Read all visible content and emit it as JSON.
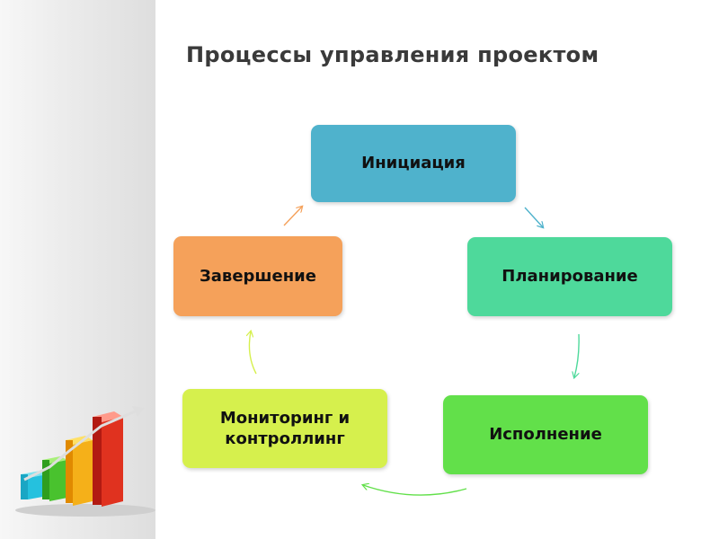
{
  "slide": {
    "title": "Процессы управления проектом"
  },
  "cycle": {
    "nodes": [
      {
        "id": "initiation",
        "label": "Инициация",
        "color": "#4fb2cc"
      },
      {
        "id": "planning",
        "label": "Планирование",
        "color": "#4ed99b"
      },
      {
        "id": "execution",
        "label": "Исполнение",
        "color": "#62e04a"
      },
      {
        "id": "monitoring",
        "label": "Мониторинг и контроллинг",
        "color": "#d6f04d"
      },
      {
        "id": "closing",
        "label": "Завершение",
        "color": "#f5a15a"
      }
    ],
    "arrow_colors": {
      "initiation_to_planning": "#4fb2cc",
      "planning_to_execution": "#4ed99b",
      "execution_to_monitoring": "#62e04a",
      "monitoring_to_closing": "#d6f04d",
      "closing_to_initiation": "#f5a15a"
    }
  },
  "decor": {
    "logo_icon": "3d-bar-chart-growth-icon"
  }
}
